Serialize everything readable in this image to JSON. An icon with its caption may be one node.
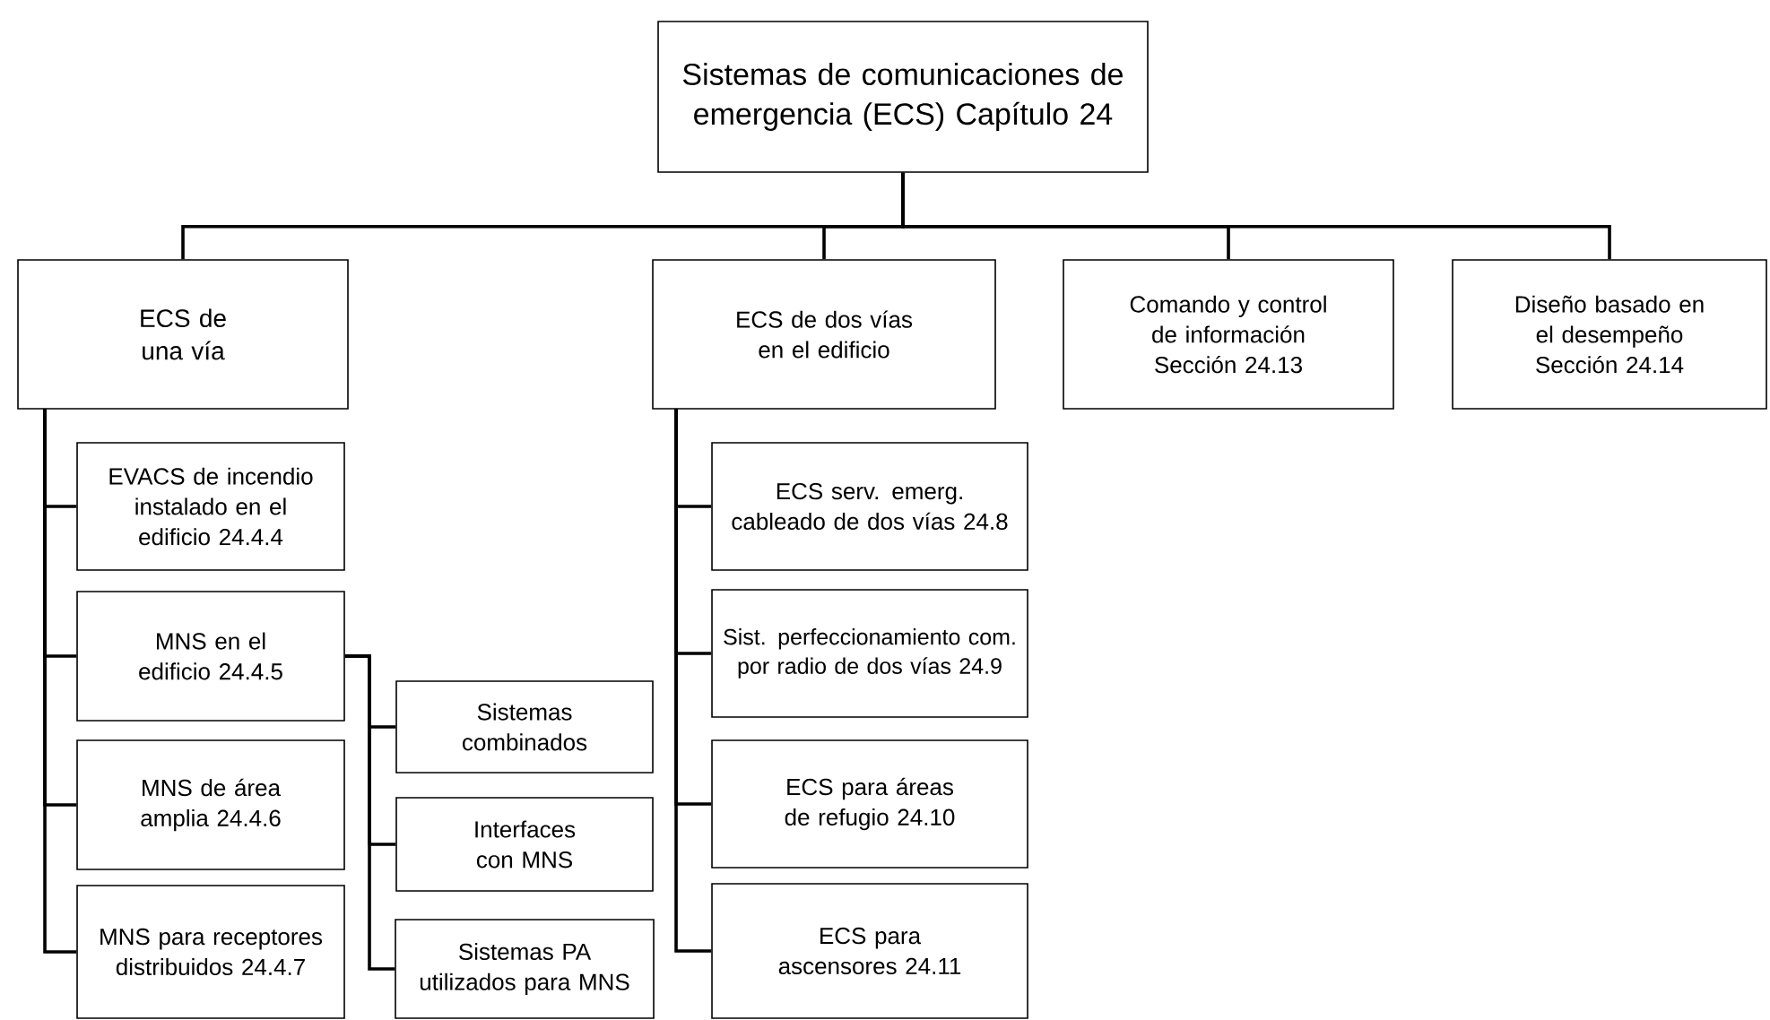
{
  "diagram": {
    "nodes": [
      {
        "text": [
          "Sistemas de comunicaciones de emergencia (ECS) Capítulo 24"
        ]
      },
      {
        "text": [
          "ECS de una vía"
        ]
      },
      {
        "text": [
          "ECS de dos vías en el edificio"
        ]
      },
      {
        "text": [
          "Comando y control de información Sección 24.13"
        ]
      },
      {
        "text": [
          "Diseño basado en el desempeño Sección 24.14"
        ]
      },
      {
        "text": [
          "EVACS de incendio instalado en el edificio 24.4.4"
        ]
      },
      {
        "text": [
          "MNS en el edificio 24.4.5"
        ]
      },
      {
        "text": [
          "MNS de área amplia 24.4.6"
        ]
      },
      {
        "text": [
          "MNS para receptores distribuidos 24.4.7"
        ]
      },
      {
        "text": [
          "Sistemas combinados"
        ]
      },
      {
        "text": [
          "Interfaces con MNS"
        ]
      },
      {
        "text": [
          "Sistemas PA utilizados para MNS"
        ]
      },
      {
        "text": [
          "ECS serv. emerg. cableado de dos vías 24.8"
        ]
      },
      {
        "text": [
          "Sist. perfeccionamiento com. por radio de dos vías 24.9"
        ]
      },
      {
        "text": [
          "ECS para áreas de refugio 24.10"
        ]
      },
      {
        "text": [
          "ECS para ascensores 24.11"
        ]
      }
    ],
    "edges": [
      {
        "from": 0,
        "to": 1,
        "arrow": "none"
      },
      {
        "from": 0,
        "to": 2,
        "arrow": "none"
      },
      {
        "from": 0,
        "to": 3,
        "arrow": "none"
      },
      {
        "from": 0,
        "to": 4,
        "arrow": "none"
      },
      {
        "from": 1,
        "to": 5,
        "arrow": "none"
      },
      {
        "from": 1,
        "to": 6,
        "arrow": "none"
      },
      {
        "from": 1,
        "to": 7,
        "arrow": "none"
      },
      {
        "from": 1,
        "to": 8,
        "arrow": "none"
      },
      {
        "from": 6,
        "to": 9,
        "arrow": "none"
      },
      {
        "from": 6,
        "to": 10,
        "arrow": "none"
      },
      {
        "from": 6,
        "to": 11,
        "arrow": "none"
      },
      {
        "from": 2,
        "to": 12,
        "arrow": "none"
      },
      {
        "from": 2,
        "to": 13,
        "arrow": "none"
      },
      {
        "from": 2,
        "to": 14,
        "arrow": "none"
      },
      {
        "from": 2,
        "to": 15,
        "arrow": "none"
      }
    ]
  }
}
